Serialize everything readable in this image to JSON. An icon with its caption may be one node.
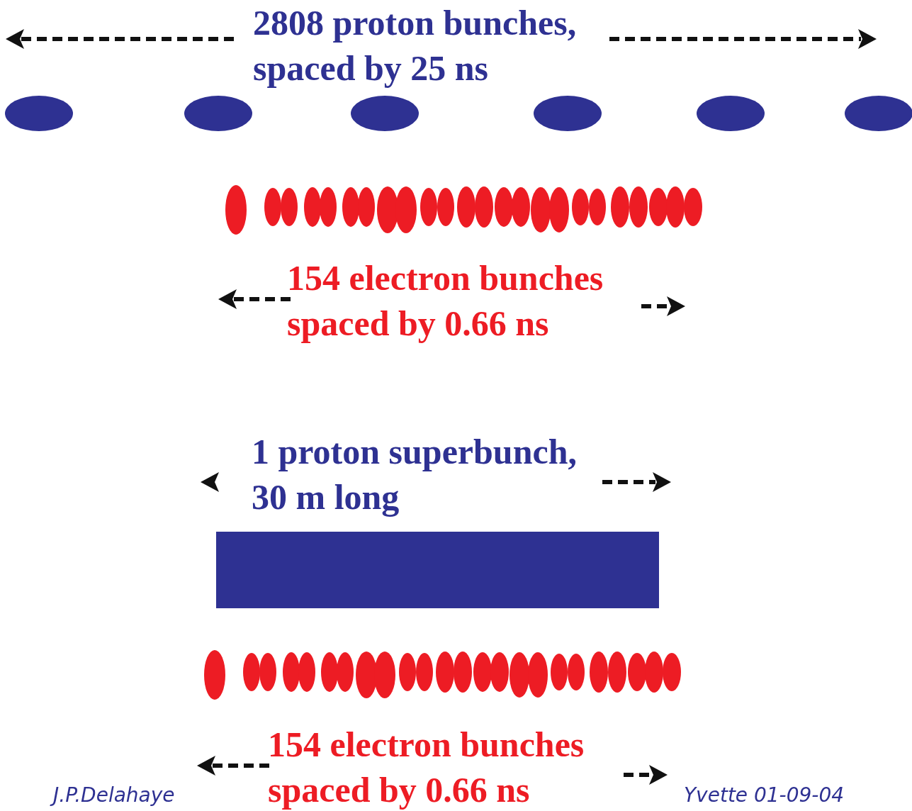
{
  "diagram": {
    "nodes": [
      {
        "text": [],
        "shape": "bar"
      }
    ],
    "labels": [
      "2808 proton bunches, spaced by 25 ns",
      "154 electron bunches spaced by 0.66 ns",
      "1 proton superbunch, 30 m long",
      "154 electron bunches spaced by 0.66 ns",
      "J.P.Delahaye",
      "Yvette 01-09-04"
    ]
  }
}
